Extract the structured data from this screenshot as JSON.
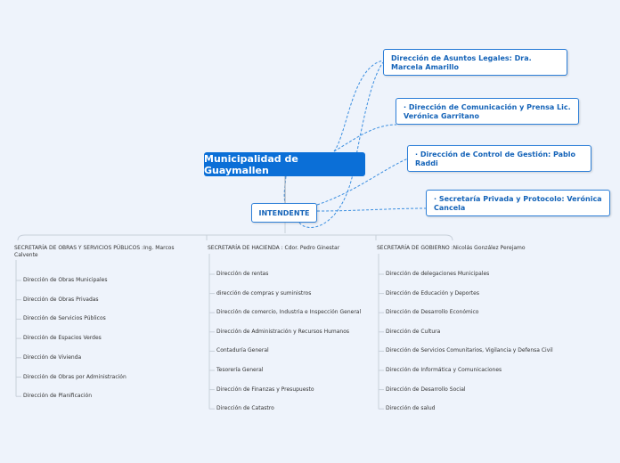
{
  "root": {
    "label": "Municipalidad de Guaymallen"
  },
  "intendente": {
    "label": "INTENDENTE"
  },
  "right_nodes": [
    {
      "label": "Dirección de Asuntos Legales:       Dra. Marcela Amarillo"
    },
    {
      "label": "· Dirección de Comunicación y Prensa   Lic. Verónica Garritano"
    },
    {
      "label": "· Dirección de Control de Gestión: Pablo Raddi"
    },
    {
      "label": "· Secretaría Privada y Protocolo: Verónica Cancela"
    }
  ],
  "columns": [
    {
      "title": "SECRETARÍA DE OBRAS Y SERVICIOS PÚBLICOS :Ing. Marcos Calvente",
      "items": [
        "Dirección de Obras Municipales",
        "Dirección de Obras Privadas",
        "Dirección de Servicios Públicos",
        "Dirección de Espacios Verdes",
        "Dirección de Vivienda",
        "Dirección de Obras por Administración",
        "Dirección de Planificación"
      ]
    },
    {
      "title": "SECRETARÍA DE HACIENDA : Cdor. Pedro Ginestar",
      "items": [
        "Dirección de rentas",
        "dirección de compras y suministros",
        "Dirección de comercio, Industria e Inspección General",
        "Dirección de Administración y Recursos Humanos",
        "Contaduría General",
        "Tesorería General",
        "Dirección de Finanzas y Presupuesto",
        "Dirección de Catastro"
      ]
    },
    {
      "title": "SECRETARÍA DE GOBIERNO :Nicolás González Perejamo",
      "items": [
        "Dirección de delegaciones Municipales",
        "Dirección de Educación y Deportes",
        "Dirección de Desarrollo Económico",
        "Dirección de Cultura",
        "Dirección de Servicios Comunitarios, Vigilancia y Defensa Civil",
        "Dirección de Informática y Comunicaciones",
        "Dirección de Desarrollo Social",
        "Dirección de salud"
      ]
    }
  ],
  "colors": {
    "accent": "#0b6fd7",
    "node_text": "#1463b8",
    "background": "#eef3fb"
  }
}
